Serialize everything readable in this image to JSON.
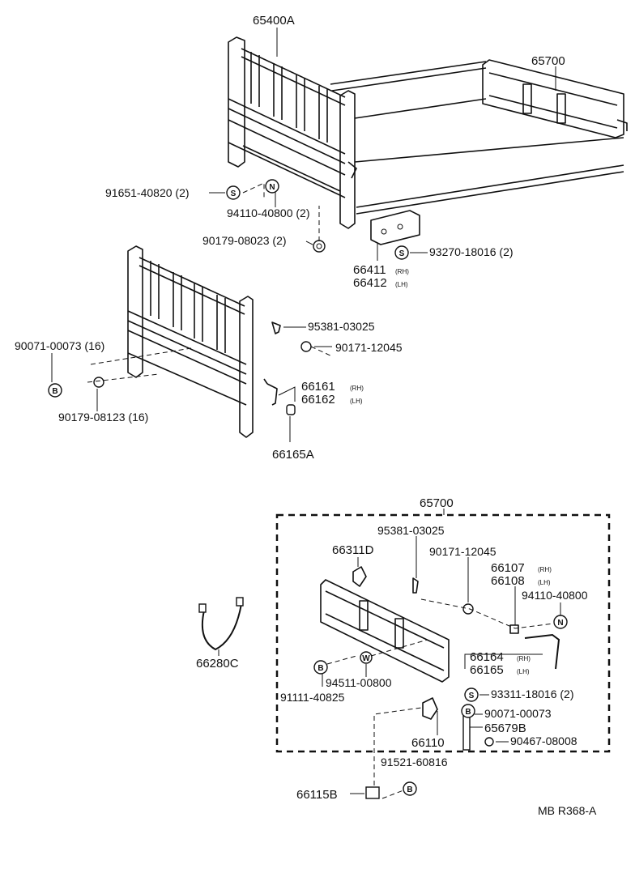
{
  "diagram_code": "MB R368-A",
  "parts": {
    "p65400A": "65400A",
    "p65700_top": "65700",
    "p91651": "91651-40820 (2)",
    "p94110_top": "94110-40800 (2)",
    "p90179_08023": "90179-08023 (2)",
    "p93270": "93270-18016 (2)",
    "p66411": "66411",
    "p66412": "66412",
    "p95381_top": "95381-03025",
    "p90071_top": "90071-00073 (16)",
    "p90171_top": "90171-12045",
    "p66161": "66161",
    "p66162": "66162",
    "p90179_08123": "90179-08123 (16)",
    "p66165A": "66165A",
    "p65700_box": "65700",
    "p95381_box": "95381-03025",
    "p66311D": "66311D",
    "p90171_box": "90171-12045",
    "p66107": "66107",
    "p66108": "66108",
    "p94110_box": "94110-40800",
    "p66280C": "66280C",
    "p66164": "66164",
    "p66165": "66165",
    "p94511": "94511-00800",
    "p91111": "91111-40825",
    "p93311": "93311-18016 (2)",
    "p90071_box": "90071-00073",
    "p65679B": "65679B",
    "p66110": "66110",
    "p90467": "90467-08008",
    "p91521": "91521-60816",
    "p66115B": "66115B"
  },
  "side_labels": {
    "rh": "(RH)",
    "lh": "(LH)"
  },
  "symbols": {
    "s": "S",
    "n": "N",
    "b": "B",
    "w": "W"
  }
}
